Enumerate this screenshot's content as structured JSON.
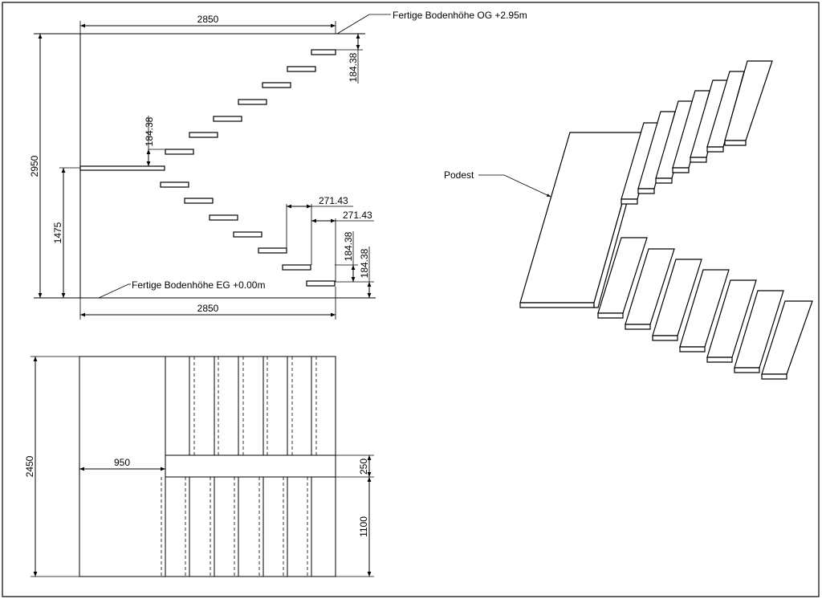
{
  "elevation": {
    "top_width": "2850",
    "bottom_width": "2850",
    "total_height": "2950",
    "landing_height": "1475",
    "riser_top": "184.38",
    "riser_mid": "184.38",
    "riser_low_1": "184.38",
    "riser_low_2": "184.38",
    "going_1": "271.43",
    "going_2": "271.43",
    "label_upper_floor": "Fertige Bodenhöhe OG +2.95m",
    "label_ground_floor": "Fertige Bodenhöhe EG +0.00m"
  },
  "plan": {
    "total_depth": "2450",
    "landing_width": "950",
    "gap": "250",
    "flight_width": "1100"
  },
  "isometric": {
    "landing_label": "Podest"
  }
}
